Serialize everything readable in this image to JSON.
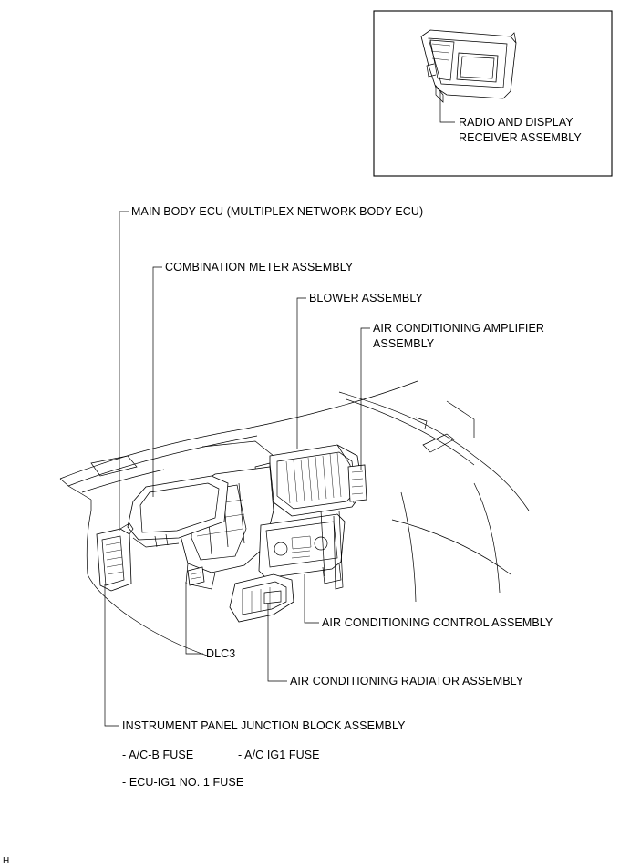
{
  "inset": {
    "label_line1": "RADIO AND DISPLAY",
    "label_line2": "RECEIVER ASSEMBLY"
  },
  "labels": {
    "main_body_ecu": "MAIN BODY ECU (MULTIPLEX NETWORK BODY ECU)",
    "combination_meter": "COMBINATION METER ASSEMBLY",
    "blower": "BLOWER ASSEMBLY",
    "ac_amplifier_line1": "AIR CONDITIONING AMPLIFIER",
    "ac_amplifier_line2": "ASSEMBLY",
    "ac_control": "AIR CONDITIONING CONTROL ASSEMBLY",
    "dlc3": "DLC3",
    "ac_radiator": "AIR CONDITIONING RADIATOR ASSEMBLY",
    "junction_block": "INSTRUMENT PANEL JUNCTION BLOCK ASSEMBLY"
  },
  "fuses": {
    "fuse1": "- A/C-B FUSE",
    "fuse2": "- A/C IG1 FUSE",
    "fuse3": "- ECU-IG1 NO. 1 FUSE"
  },
  "corner_mark": "H"
}
